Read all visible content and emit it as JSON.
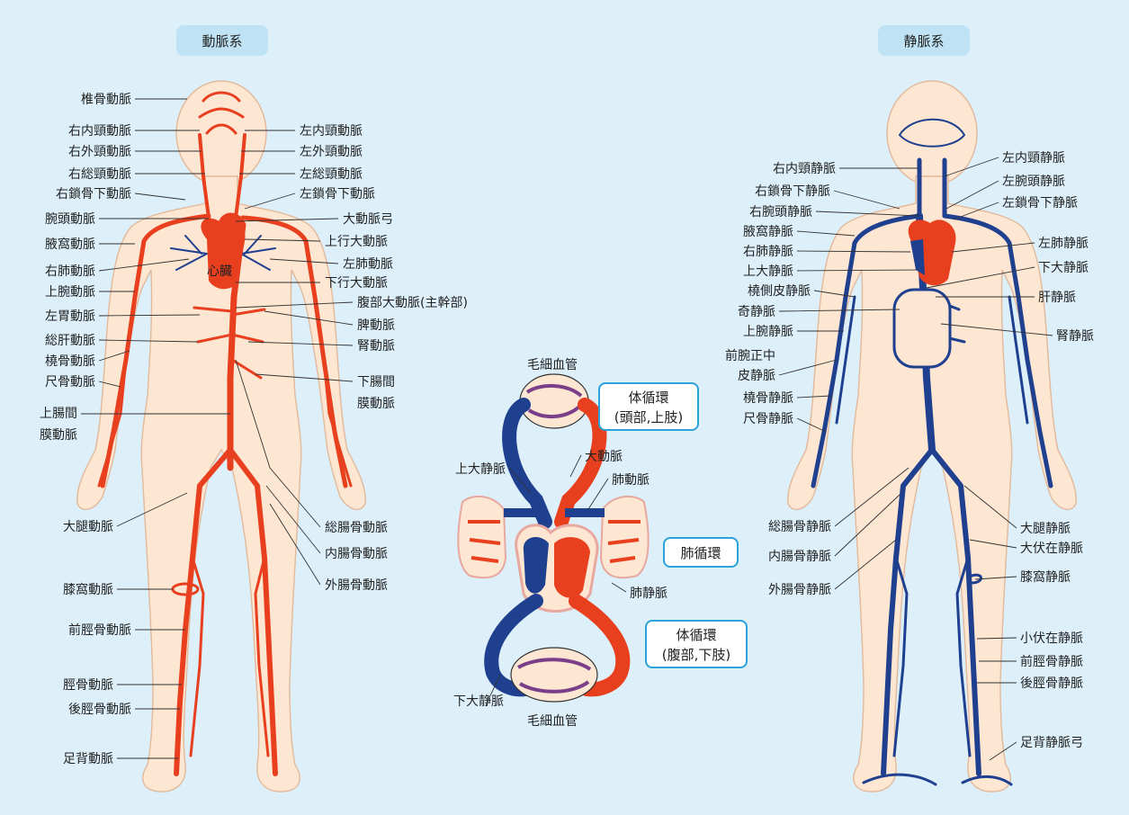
{
  "titles": {
    "arterial": "動脈系",
    "venous": "静脈系"
  },
  "colors": {
    "artery": "#e8401f",
    "vein": "#1f3f8f",
    "skin": "#fde6d2",
    "background": "#ddf0fa",
    "box_border": "#2aa3d9"
  },
  "heart_label": "心臓",
  "arteries": {
    "left_labels": [
      "椎骨動脈",
      "右内頸動脈",
      "右外頸動脈",
      "右総頸動脈",
      "右鎖骨下動脈",
      "腕頭動脈",
      "腋窩動脈",
      "右肺動脈",
      "上腕動脈",
      "左胃動脈",
      "総肝動脈",
      "橈骨動脈",
      "尺骨動脈",
      "上腸間",
      "膜動脈",
      "大腿動脈",
      "膝窩動脈",
      "前脛骨動脈",
      "脛骨動脈",
      "後脛骨動脈",
      "足背動脈"
    ],
    "right_labels": [
      "左内頸動脈",
      "左外頸動脈",
      "左総頸動脈",
      "左鎖骨下動脈",
      "大動脈弓",
      "上行大動脈",
      "左肺動脈",
      "下行大動脈",
      "腹部大動脈(主幹部)",
      "脾動脈",
      "腎動脈",
      "下腸間",
      "膜動脈",
      "総腸骨動脈",
      "内腸骨動脈",
      "外腸骨動脈"
    ]
  },
  "veins": {
    "left_labels": [
      "右内頸静脈",
      "右鎖骨下静脈",
      "右腕頭静脈",
      "腋窩静脈",
      "右肺静脈",
      "上大静脈",
      "橈側皮静脈",
      "奇静脈",
      "上腕静脈",
      "前腕正中",
      "皮静脈",
      "橈骨静脈",
      "尺骨静脈",
      "総腸骨静脈",
      "内腸骨静脈",
      "外腸骨静脈"
    ],
    "right_labels": [
      "左内頸静脈",
      "左腕頭静脈",
      "左鎖骨下静脈",
      "左肺静脈",
      "下大静脈",
      "肝静脈",
      "腎静脈",
      "大腿静脈",
      "大伏在静脈",
      "膝窩静脈",
      "小伏在静脈",
      "前脛骨静脈",
      "後脛骨静脈",
      "足背静脈弓"
    ]
  },
  "circulation": {
    "capillary_top": "毛細血管",
    "capillary_bottom": "毛細血管",
    "systemic_upper": {
      "line1": "体循環",
      "line2": "(頭部,上肢)"
    },
    "systemic_lower": {
      "line1": "体循環",
      "line2": "(腹部,下肢)"
    },
    "pulmonary": "肺循環",
    "labels": {
      "svc": "上大静脈",
      "aorta": "大動脈",
      "pulm_artery": "肺動脈",
      "pulm_vein": "肺静脈",
      "ivc": "下大静脈"
    }
  }
}
